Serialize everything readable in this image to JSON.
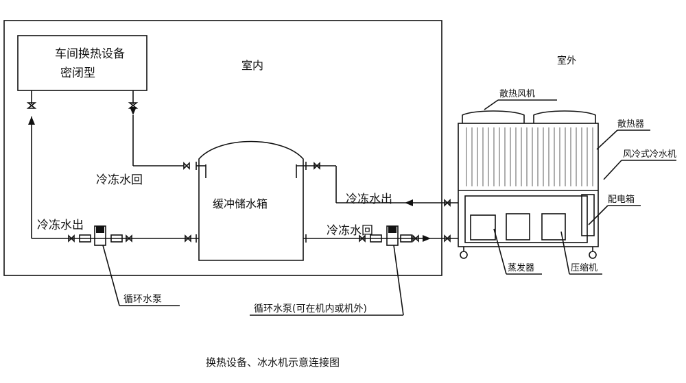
{
  "diagram": {
    "title": "换热设备、冰水机示意连接图",
    "zones": {
      "indoor": "室内",
      "outdoor": "室外"
    },
    "equipment": {
      "heat_exchanger_line1": "车间换热设备",
      "heat_exchanger_line2": "密闭型",
      "buffer_tank": "缓冲储水箱",
      "fan": "散热风机",
      "radiator": "散热器",
      "air_chiller": "风冷式冷水机",
      "electric_box": "配电箱",
      "evaporator": "蒸发器",
      "compressor": "压缩机"
    },
    "flows": {
      "return_left": "冷冻水回",
      "out_left": "冷冻水出",
      "out_right": "冷冻水出",
      "return_right": "冷冻水回"
    },
    "pumps": {
      "left": "循环水泵",
      "right": "循环水泵(可在机内或机外)"
    }
  }
}
